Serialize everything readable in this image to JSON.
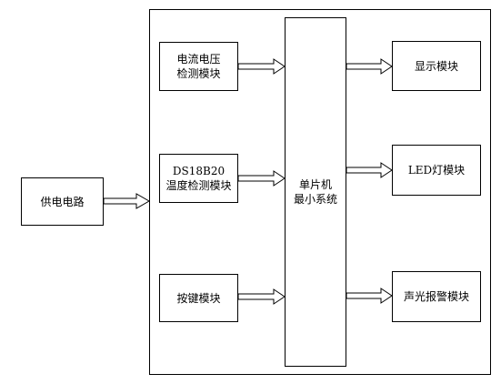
{
  "blocks": {
    "power": "供电电路",
    "current_voltage": [
      "电流电压",
      "检测模块"
    ],
    "ds18b20": [
      "DS18B20",
      "温度检测模块"
    ],
    "keys": "按键模块",
    "mcu": [
      "单片机",
      "最小系统"
    ],
    "display": "显示模块",
    "led": "LED灯模块",
    "alarm": "声光报警模块"
  }
}
